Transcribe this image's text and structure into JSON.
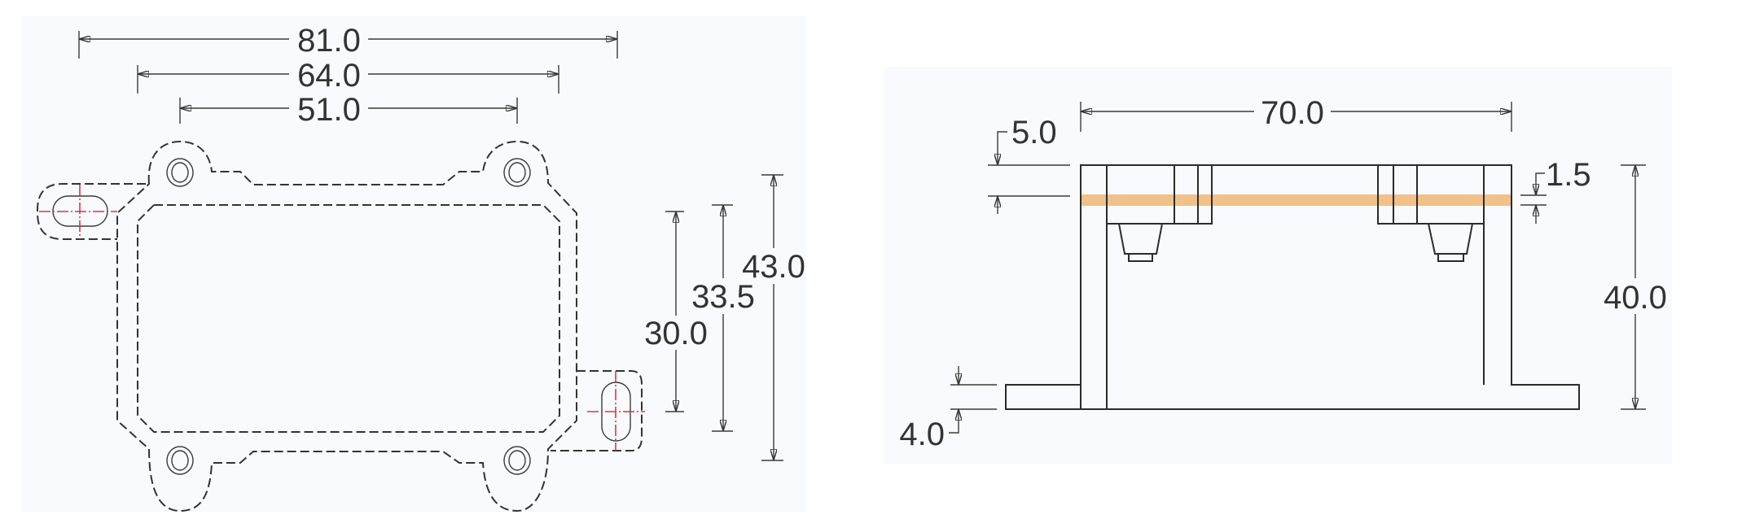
{
  "colors": {
    "background": "#ffffff",
    "panel": "#f8fafd",
    "line": "#2b2b2b",
    "centerline": "#e0353b",
    "pcb_band": "#f0c189"
  },
  "top_view": {
    "dimensions": {
      "overall_width": "81.0",
      "slot_spacing_width": "64.0",
      "hole_spacing_width": "51.0",
      "inner_height": "30.0",
      "slot_spacing_height": "33.5",
      "overall_height": "43.0"
    }
  },
  "side_view": {
    "dimensions": {
      "body_width": "70.0",
      "top_thickness": "5.0",
      "board_thickness": "1.5",
      "overall_height": "40.0",
      "foot_thickness": "4.0"
    }
  }
}
